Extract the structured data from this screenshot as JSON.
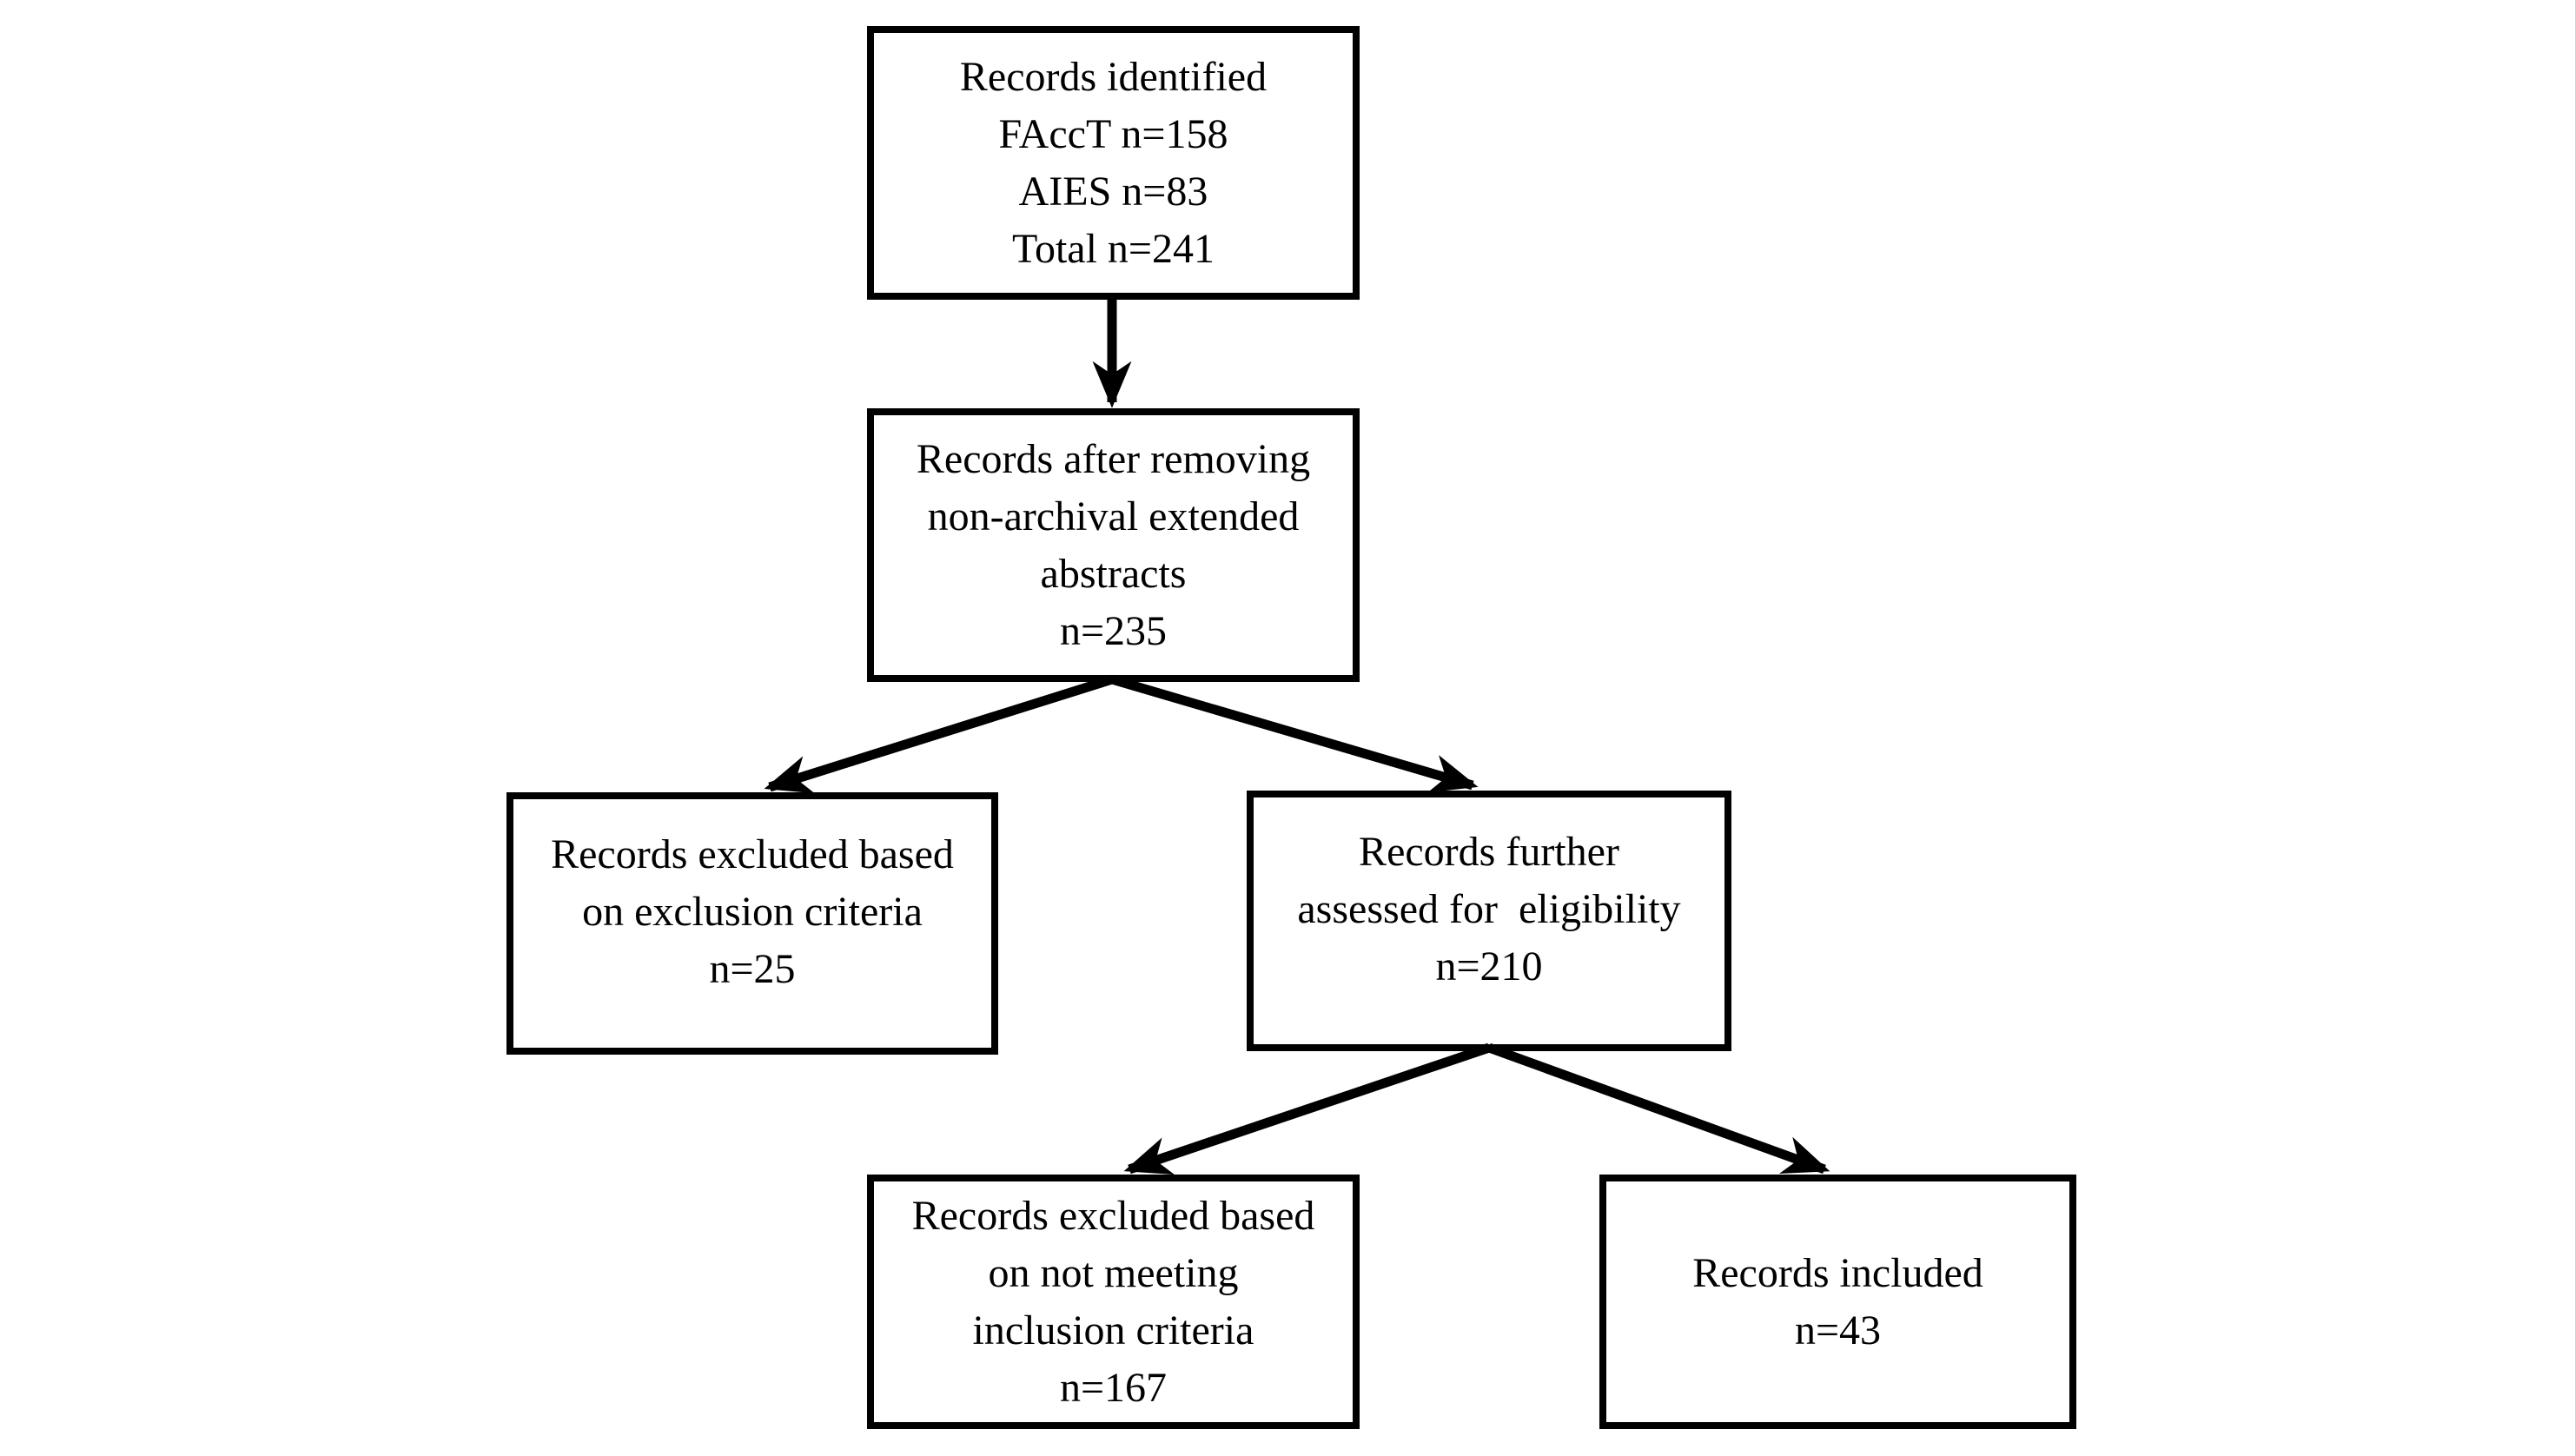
{
  "diagram": {
    "kind": "flowchart",
    "colors": {
      "background": "#ffffff",
      "box_border": "#000000",
      "arrow": "#000000",
      "text": "#000000"
    },
    "boxes": [
      {
        "id": "records-identified",
        "lines": [
          "Records identified",
          "FAccT n=158",
          "AIES n=83",
          "Total n=241"
        ]
      },
      {
        "id": "records-after-removing",
        "lines": [
          "Records after removing",
          "non-archival extended",
          "abstracts",
          "n=235"
        ]
      },
      {
        "id": "records-excluded-exclusion",
        "lines": [
          "Records excluded based",
          "on exclusion criteria",
          "n=25"
        ]
      },
      {
        "id": "records-further-assessed",
        "lines": [
          "Records further",
          "assessed for  eligibility",
          "n=210"
        ]
      },
      {
        "id": "records-excluded-inclusion",
        "lines": [
          "Records excluded based",
          "on not meeting",
          "inclusion criteria",
          "n=167"
        ]
      },
      {
        "id": "records-included",
        "lines": [
          "Records included",
          "n=43"
        ]
      }
    ],
    "edges": [
      {
        "from": "records-identified",
        "to": "records-after-removing"
      },
      {
        "from": "records-after-removing",
        "to": "records-excluded-exclusion"
      },
      {
        "from": "records-after-removing",
        "to": "records-further-assessed"
      },
      {
        "from": "records-further-assessed",
        "to": "records-excluded-inclusion"
      },
      {
        "from": "records-further-assessed",
        "to": "records-included"
      }
    ]
  }
}
